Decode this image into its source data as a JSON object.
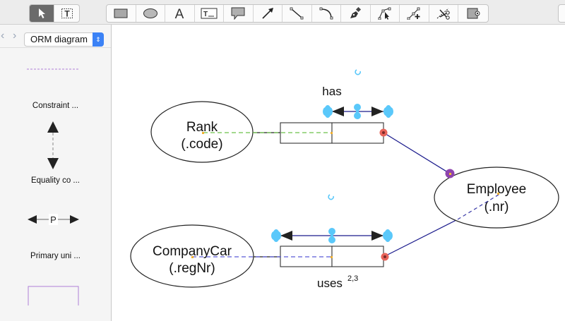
{
  "toolbar": {
    "mode_tools": [
      {
        "name": "select-pointer-icon",
        "active": true
      },
      {
        "name": "text-select-icon",
        "active": false
      }
    ],
    "draw_tools": [
      {
        "name": "rectangle-icon"
      },
      {
        "name": "ellipse-icon"
      },
      {
        "name": "text-icon",
        "glyph": "A"
      },
      {
        "name": "text-box-icon",
        "glyph": "T"
      },
      {
        "name": "callout-icon"
      },
      {
        "name": "arrow-icon"
      },
      {
        "name": "line-icon"
      },
      {
        "name": "arc-icon"
      },
      {
        "name": "pen-icon"
      },
      {
        "name": "edit-points-icon"
      },
      {
        "name": "add-point-icon"
      },
      {
        "name": "cut-line-icon"
      },
      {
        "name": "insert-image-icon"
      }
    ]
  },
  "sidebar": {
    "nav_back": "‹",
    "nav_forward": "›",
    "library_select": "ORM diagram",
    "items": [
      {
        "label": "Constraint ...",
        "icon": "dashed-constraint-line-icon",
        "color": "#b07fd6"
      },
      {
        "label": "Equality co ...",
        "icon": "equality-constraint-icon"
      },
      {
        "label": "Primary uni ...",
        "icon": "primary-uniqueness-icon",
        "glyph": "P"
      },
      {
        "label": "",
        "icon": "subset-bracket-icon",
        "color": "#b07fd6"
      }
    ]
  },
  "diagram": {
    "entities": [
      {
        "name": "Rank",
        "ref": "(.code)"
      },
      {
        "name": "Employee",
        "ref": "(.nr)"
      },
      {
        "name": "CompanyCar",
        "ref": "(.regNr)"
      }
    ],
    "fact_types": [
      {
        "reading": "has",
        "superscript": ""
      },
      {
        "reading": "uses",
        "superscript": "2,3"
      }
    ],
    "colors": {
      "selection_handle": "#5ac8fa",
      "mandatory_dot": "#e8645a",
      "mandatory_dot_selected": "#8e44ad",
      "green_link": "#6cc24a",
      "blue_link": "#5a5ad6",
      "connector": "#1a1a8c",
      "anchor": "#f0b030"
    }
  }
}
